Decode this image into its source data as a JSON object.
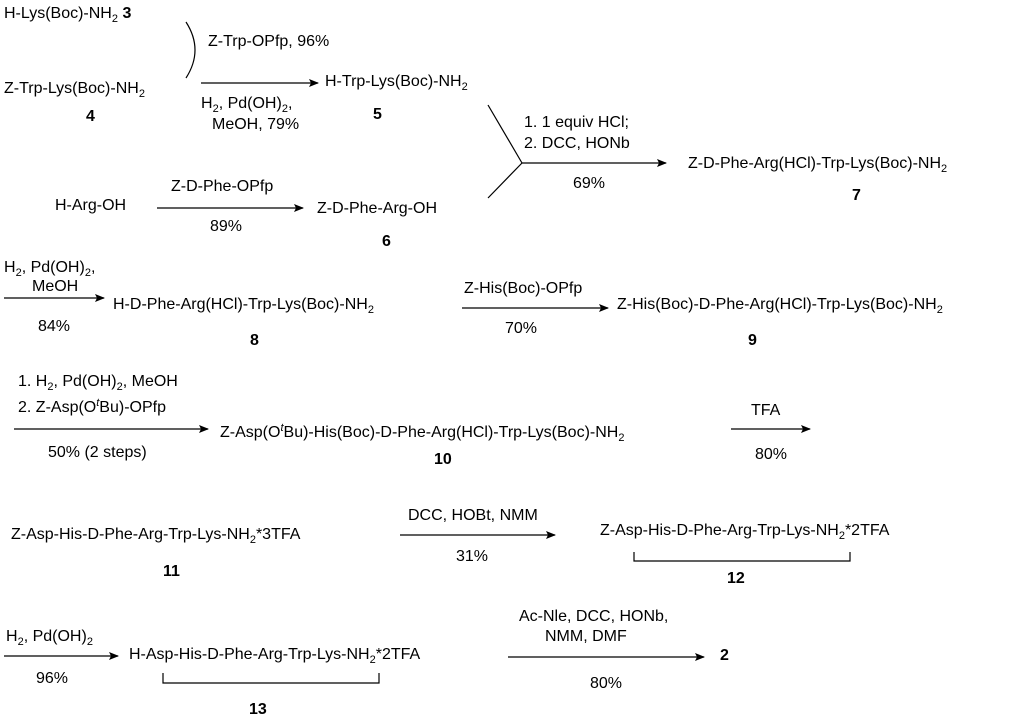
{
  "row1": {
    "start_name": "H-Lys(Boc)-NH",
    "start_num": "3",
    "coupling_reagent": "Z-Trp-OPfp, 96%",
    "intermediate_name": "Z-Trp-Lys(Boc)-NH",
    "intermediate_num": "4",
    "cond_h2": "H",
    "cond_pd": ", Pd(OH)",
    "cond_solvent": "MeOH, 79%",
    "product_name": "H-Trp-Lys(Boc)-NH",
    "product_num": "5"
  },
  "row2": {
    "start_name": "H-Arg-OH",
    "reagent": "Z-D-Phe-OPfp",
    "yield": "89%",
    "product_name": "Z-D-Phe-Arg-OH",
    "product_num": "6"
  },
  "merge": {
    "step1": "1. 1 equiv HCl;",
    "step2": "2. DCC, HONb",
    "yield": "69%",
    "product_name": "Z-D-Phe-Arg(HCl)-Trp-Lys(Boc)-NH",
    "product_num": "7"
  },
  "row3": {
    "cond_h2": "H",
    "cond_pd": ", Pd(OH)",
    "cond_solvent": "MeOH",
    "yield": "84%",
    "product_name": "H-D-Phe-Arg(HCl)-Trp-Lys(Boc)-NH",
    "product_num": "8",
    "reagent": "Z-His(Boc)-OPfp",
    "yield2": "70%",
    "product2_name": "Z-His(Boc)-D-Phe-Arg(HCl)-Trp-Lys(Boc)-NH",
    "product2_num": "9"
  },
  "row4": {
    "step1_a": "1. H",
    "step1_b": ", Pd(OH)",
    "step1_c": ", MeOH",
    "step2_a": "2. Z-Asp(O",
    "step2_t": "t",
    "step2_b": "Bu)-OPfp",
    "yield": "50% (2 steps)",
    "product_a": "Z-Asp(O",
    "product_t": "t",
    "product_b": "Bu)-His(Boc)-D-Phe-Arg(HCl)-Trp-Lys(Boc)-NH",
    "product_num": "10",
    "reagent2": "TFA",
    "yield2": "80%"
  },
  "row5": {
    "start_name": "Z-Asp-His-D-Phe-Arg-Trp-Lys-NH",
    "start_salt": "*3TFA",
    "start_num": "11",
    "reagent": "DCC, HOBt, NMM",
    "yield": "31%",
    "product_name": "Z-Asp-His-D-Phe-Arg-Trp-Lys-NH",
    "product_salt": "*2TFA",
    "product_num": "12"
  },
  "row6": {
    "cond_h2": "H",
    "cond_pd": ", Pd(OH)",
    "yield": "96%",
    "product_name": "H-Asp-His-D-Phe-Arg-Trp-Lys-NH",
    "product_salt": "*2TFA",
    "product_num": "13",
    "reagent_line1": "Ac-Nle, DCC, HONb,",
    "reagent_line2": "NMM, DMF",
    "yield2": "80%",
    "final_num": "2"
  },
  "subscript_two": "2"
}
